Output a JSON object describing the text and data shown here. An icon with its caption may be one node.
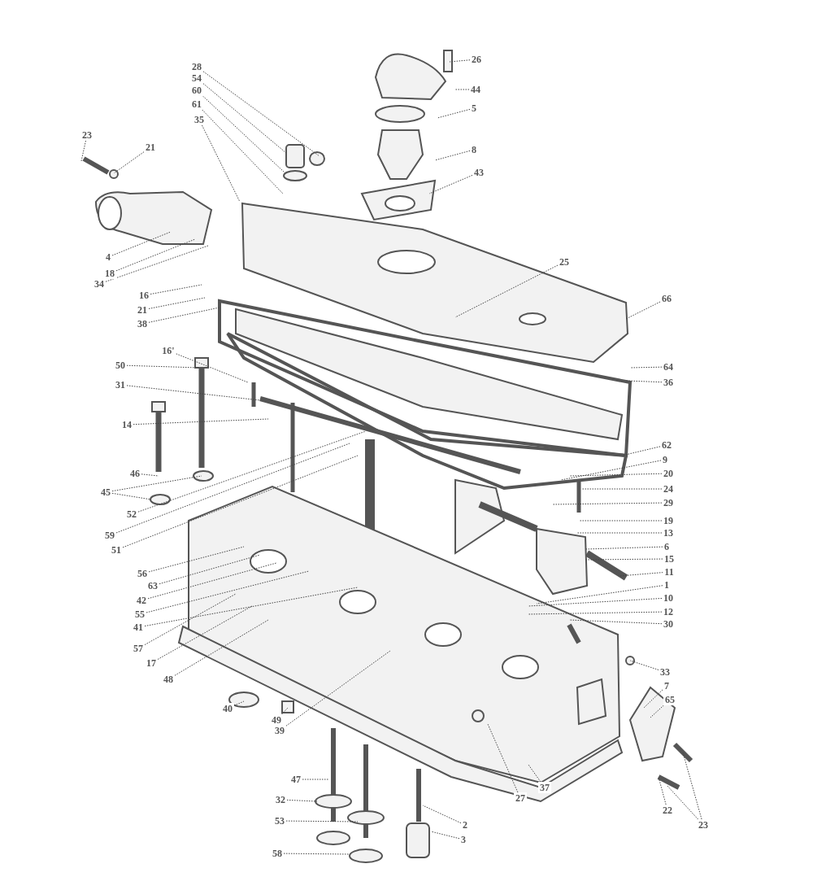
{
  "diagram": {
    "nodes": [
      {
        "text": [
          "26"
        ]
      },
      {
        "text": [
          "28"
        ]
      },
      {
        "text": [
          "54"
        ]
      },
      {
        "text": [
          "60"
        ]
      },
      {
        "text": [
          "44"
        ]
      },
      {
        "text": [
          "61"
        ]
      },
      {
        "text": [
          "5"
        ]
      },
      {
        "text": [
          "35"
        ]
      },
      {
        "text": [
          "23"
        ]
      },
      {
        "text": [
          "21"
        ]
      },
      {
        "text": [
          "8"
        ]
      },
      {
        "text": [
          "43"
        ]
      },
      {
        "text": [
          "4"
        ]
      },
      {
        "text": [
          "25"
        ]
      },
      {
        "text": [
          "18"
        ]
      },
      {
        "text": [
          "34"
        ]
      },
      {
        "text": [
          "16"
        ]
      },
      {
        "text": [
          "66"
        ]
      },
      {
        "text": [
          "21"
        ]
      },
      {
        "text": [
          "38"
        ]
      },
      {
        "text": [
          "16'"
        ]
      },
      {
        "text": [
          "50"
        ]
      },
      {
        "text": [
          "64"
        ]
      },
      {
        "text": [
          "36"
        ]
      },
      {
        "text": [
          "31"
        ]
      },
      {
        "text": [
          "14"
        ]
      },
      {
        "text": [
          "62"
        ]
      },
      {
        "text": [
          "9"
        ]
      },
      {
        "text": [
          "20"
        ]
      },
      {
        "text": [
          "46"
        ]
      },
      {
        "text": [
          "24"
        ]
      },
      {
        "text": [
          "45"
        ]
      },
      {
        "text": [
          "29"
        ]
      },
      {
        "text": [
          "52"
        ]
      },
      {
        "text": [
          "19"
        ]
      },
      {
        "text": [
          "13"
        ]
      },
      {
        "text": [
          "59"
        ]
      },
      {
        "text": [
          "6"
        ]
      },
      {
        "text": [
          "51"
        ]
      },
      {
        "text": [
          "15"
        ]
      },
      {
        "text": [
          "11"
        ]
      },
      {
        "text": [
          "56"
        ]
      },
      {
        "text": [
          "1"
        ]
      },
      {
        "text": [
          "63"
        ]
      },
      {
        "text": [
          "10"
        ]
      },
      {
        "text": [
          "42"
        ]
      },
      {
        "text": [
          "12"
        ]
      },
      {
        "text": [
          "55"
        ]
      },
      {
        "text": [
          "30"
        ]
      },
      {
        "text": [
          "41"
        ]
      },
      {
        "text": [
          "57"
        ]
      },
      {
        "text": [
          "17"
        ]
      },
      {
        "text": [
          "33"
        ]
      },
      {
        "text": [
          "48"
        ]
      },
      {
        "text": [
          "7"
        ]
      },
      {
        "text": [
          "65"
        ]
      },
      {
        "text": [
          "40"
        ]
      },
      {
        "text": [
          "49"
        ]
      },
      {
        "text": [
          "39"
        ]
      },
      {
        "text": [
          "47"
        ]
      },
      {
        "text": [
          "37"
        ]
      },
      {
        "text": [
          "27"
        ]
      },
      {
        "text": [
          "32"
        ]
      },
      {
        "text": [
          "22"
        ]
      },
      {
        "text": [
          "53"
        ]
      },
      {
        "text": [
          "23"
        ]
      },
      {
        "text": [
          "2"
        ]
      },
      {
        "text": [
          "3"
        ]
      },
      {
        "text": [
          "58"
        ]
      }
    ],
    "edges": [
      {
        "from": 0,
        "to": null,
        "arrow": "none"
      },
      {
        "from": 1,
        "to": null,
        "arrow": "none"
      },
      {
        "from": 2,
        "to": null,
        "arrow": "none"
      },
      {
        "from": 3,
        "to": null,
        "arrow": "none"
      },
      {
        "from": 4,
        "to": null,
        "arrow": "none"
      },
      {
        "from": 5,
        "to": null,
        "arrow": "none"
      },
      {
        "from": 6,
        "to": null,
        "arrow": "none"
      },
      {
        "from": 7,
        "to": null,
        "arrow": "none"
      },
      {
        "from": 8,
        "to": null,
        "arrow": "none"
      },
      {
        "from": 9,
        "to": null,
        "arrow": "none"
      },
      {
        "from": 10,
        "to": null,
        "arrow": "none"
      },
      {
        "from": 11,
        "to": null,
        "arrow": "none"
      },
      {
        "from": 12,
        "to": null,
        "arrow": "none"
      },
      {
        "from": 13,
        "to": null,
        "arrow": "none"
      },
      {
        "from": 14,
        "to": null,
        "arrow": "none"
      },
      {
        "from": 15,
        "to": null,
        "arrow": "none"
      },
      {
        "from": 16,
        "to": null,
        "arrow": "none"
      },
      {
        "from": 17,
        "to": null,
        "arrow": "none"
      },
      {
        "from": 18,
        "to": null,
        "arrow": "none"
      },
      {
        "from": 19,
        "to": null,
        "arrow": "none"
      },
      {
        "from": 20,
        "to": null,
        "arrow": "none"
      },
      {
        "from": 21,
        "to": null,
        "arrow": "none"
      },
      {
        "from": 22,
        "to": null,
        "arrow": "none"
      },
      {
        "from": 23,
        "to": null,
        "arrow": "none"
      },
      {
        "from": 24,
        "to": null,
        "arrow": "none"
      },
      {
        "from": 25,
        "to": null,
        "arrow": "none"
      },
      {
        "from": 26,
        "to": null,
        "arrow": "none"
      },
      {
        "from": 27,
        "to": null,
        "arrow": "none"
      },
      {
        "from": 28,
        "to": null,
        "arrow": "none"
      },
      {
        "from": 29,
        "to": null,
        "arrow": "none"
      },
      {
        "from": 30,
        "to": null,
        "arrow": "none"
      },
      {
        "from": 31,
        "to": null,
        "arrow": "none"
      },
      {
        "from": 31,
        "to": null,
        "arrow": "none"
      },
      {
        "from": 32,
        "to": null,
        "arrow": "none"
      },
      {
        "from": 33,
        "to": null,
        "arrow": "none"
      },
      {
        "from": 34,
        "to": null,
        "arrow": "none"
      },
      {
        "from": 35,
        "to": null,
        "arrow": "none"
      },
      {
        "from": 36,
        "to": null,
        "arrow": "none"
      },
      {
        "from": 37,
        "to": null,
        "arrow": "none"
      },
      {
        "from": 38,
        "to": null,
        "arrow": "none"
      },
      {
        "from": 39,
        "to": null,
        "arrow": "none"
      },
      {
        "from": 40,
        "to": null,
        "arrow": "none"
      },
      {
        "from": 41,
        "to": null,
        "arrow": "none"
      },
      {
        "from": 42,
        "to": null,
        "arrow": "none"
      },
      {
        "from": 43,
        "to": null,
        "arrow": "none"
      },
      {
        "from": 44,
        "to": null,
        "arrow": "none"
      },
      {
        "from": 45,
        "to": null,
        "arrow": "none"
      },
      {
        "from": 46,
        "to": null,
        "arrow": "none"
      },
      {
        "from": 47,
        "to": null,
        "arrow": "none"
      },
      {
        "from": 48,
        "to": null,
        "arrow": "none"
      },
      {
        "from": 49,
        "to": null,
        "arrow": "none"
      },
      {
        "from": 50,
        "to": null,
        "arrow": "none"
      },
      {
        "from": 51,
        "to": null,
        "arrow": "none"
      },
      {
        "from": 52,
        "to": null,
        "arrow": "none"
      },
      {
        "from": 53,
        "to": null,
        "arrow": "none"
      },
      {
        "from": 54,
        "to": null,
        "arrow": "none"
      },
      {
        "from": 55,
        "to": null,
        "arrow": "none"
      },
      {
        "from": 56,
        "to": null,
        "arrow": "none"
      },
      {
        "from": 57,
        "to": null,
        "arrow": "none"
      },
      {
        "from": 58,
        "to": null,
        "arrow": "none"
      },
      {
        "from": 59,
        "to": null,
        "arrow": "none"
      },
      {
        "from": 60,
        "to": null,
        "arrow": "none"
      },
      {
        "from": 61,
        "to": null,
        "arrow": "none"
      },
      {
        "from": 62,
        "to": null,
        "arrow": "none"
      },
      {
        "from": 63,
        "to": null,
        "arrow": "none"
      },
      {
        "from": 64,
        "to": null,
        "arrow": "none"
      },
      {
        "from": 65,
        "to": null,
        "arrow": "none"
      },
      {
        "from": 65,
        "to": null,
        "arrow": "none"
      },
      {
        "from": 66,
        "to": null,
        "arrow": "none"
      },
      {
        "from": 67,
        "to": null,
        "arrow": "none"
      },
      {
        "from": 68,
        "to": null,
        "arrow": "none"
      }
    ]
  }
}
